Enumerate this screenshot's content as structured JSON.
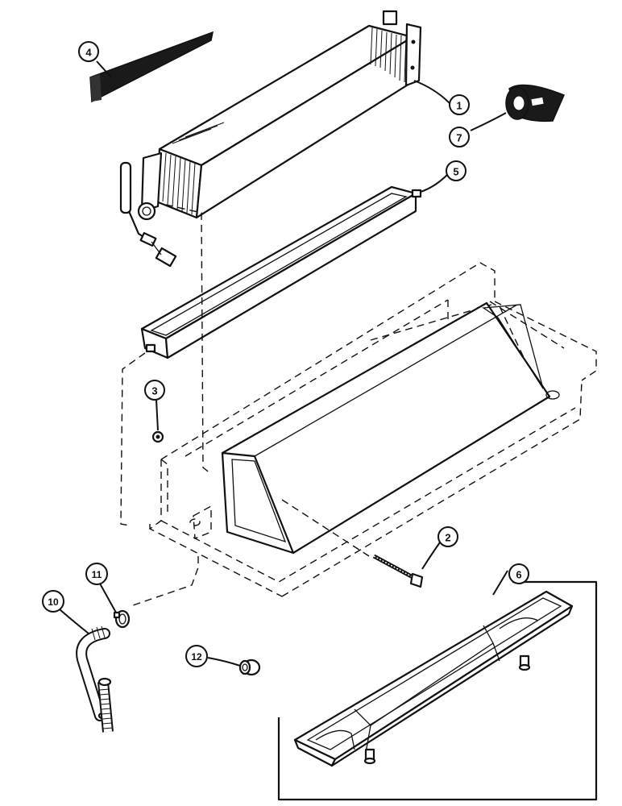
{
  "colors": {
    "ink": "#111111",
    "paper": "#ffffff"
  },
  "parts": [
    {
      "id": "evaporator-core",
      "callout": "1"
    },
    {
      "id": "bolt",
      "callout": "2"
    },
    {
      "id": "nut",
      "callout": "3"
    },
    {
      "id": "seal-strip",
      "callout": "4"
    },
    {
      "id": "drain-pan",
      "callout": "5"
    },
    {
      "id": "drain-pan-inset",
      "callout": "6"
    },
    {
      "id": "tape-roll",
      "callout": "7"
    },
    {
      "id": "drain-hose",
      "callout": "10"
    },
    {
      "id": "hose-clamp",
      "callout": "11"
    },
    {
      "id": "grommet",
      "callout": "12"
    }
  ],
  "callouts": {
    "c1": "1",
    "c2": "2",
    "c3": "3",
    "c4": "4",
    "c5": "5",
    "c6": "6",
    "c7": "7",
    "c10": "10",
    "c11": "11",
    "c12": "12"
  }
}
